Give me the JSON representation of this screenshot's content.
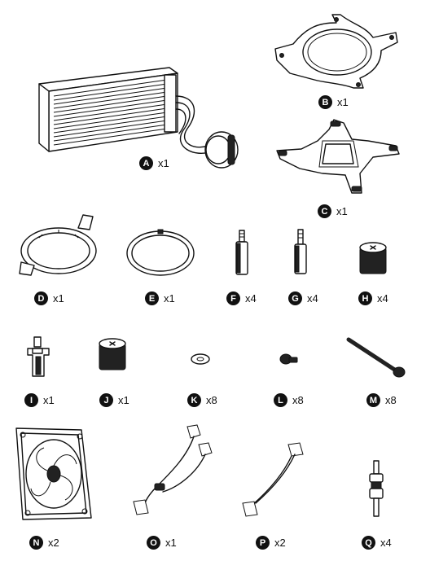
{
  "parts": [
    {
      "letter": "A",
      "qty": "x1",
      "name": "radiator-pump-assembly"
    },
    {
      "letter": "B",
      "qty": "x1",
      "name": "amd-bracket"
    },
    {
      "letter": "C",
      "qty": "x1",
      "name": "intel-bracket"
    },
    {
      "letter": "D",
      "qty": "x1",
      "name": "retention-ring"
    },
    {
      "letter": "E",
      "qty": "x1",
      "name": "ring"
    },
    {
      "letter": "F",
      "qty": "x4",
      "name": "standoff-short"
    },
    {
      "letter": "G",
      "qty": "x4",
      "name": "standoff-long"
    },
    {
      "letter": "H",
      "qty": "x4",
      "name": "thumb-nut"
    },
    {
      "letter": "I",
      "qty": "x1",
      "name": "clip"
    },
    {
      "letter": "J",
      "qty": "x1",
      "name": "thumb-nut-small"
    },
    {
      "letter": "K",
      "qty": "x8",
      "name": "washer"
    },
    {
      "letter": "L",
      "qty": "x8",
      "name": "screw-short"
    },
    {
      "letter": "M",
      "qty": "x8",
      "name": "screw-long"
    },
    {
      "letter": "N",
      "qty": "x2",
      "name": "fan"
    },
    {
      "letter": "O",
      "qty": "x1",
      "name": "splitter-cable"
    },
    {
      "letter": "P",
      "qty": "x2",
      "name": "extension-cable"
    },
    {
      "letter": "Q",
      "qty": "x4",
      "name": "rubber-stud"
    }
  ]
}
